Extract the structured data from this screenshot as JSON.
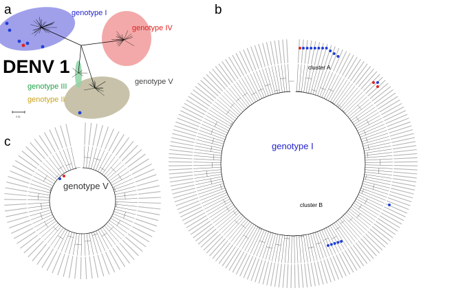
{
  "panels": {
    "a": {
      "letter": "a",
      "title": "DENV 1",
      "scale_label": "0.01",
      "genotypes": [
        {
          "label": "genotype I",
          "color": "#2222cc",
          "fill": "#8f8fe6"
        },
        {
          "label": "genotype IV",
          "color": "#dd2222",
          "fill": "#f19a9a"
        },
        {
          "label": "genotype V",
          "color": "#444444",
          "fill": "#bdb79a"
        },
        {
          "label": "genotype III",
          "color": "#22a04a",
          "fill": "#8ed3a4"
        },
        {
          "label": "genotype II",
          "color": "#c9a21a",
          "fill": "#e7c79a"
        }
      ]
    },
    "b": {
      "letter": "b",
      "center_label": "genotype I",
      "center_color": "#2222cc",
      "cluster_a": "cluster A",
      "cluster_b": "cluster B",
      "marker_colors": {
        "blue": "#1f3fd8",
        "red": "#e02020"
      }
    },
    "c": {
      "letter": "c",
      "center_label": "genotype V",
      "center_color": "#333333"
    }
  }
}
